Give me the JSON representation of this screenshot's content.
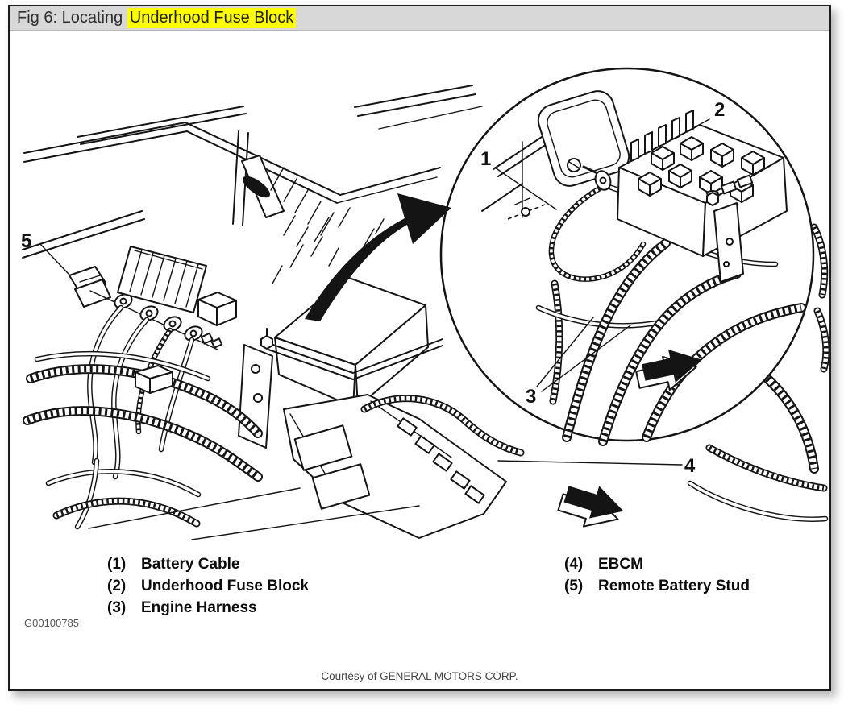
{
  "titlebar": {
    "prefix": "Fig 6: Locating ",
    "highlight": "Underhood Fuse Block"
  },
  "callouts": [
    {
      "number": "1",
      "label": "Battery Cable"
    },
    {
      "number": "2",
      "label": "Underhood Fuse Block"
    },
    {
      "number": "3",
      "label": "Engine Harness"
    },
    {
      "number": "4",
      "label": "EBCM"
    },
    {
      "number": "5",
      "label": "Remote Battery Stud"
    }
  ],
  "legend": {
    "left_column": [
      {
        "number": "(1)",
        "label": "Battery Cable"
      },
      {
        "number": "(2)",
        "label": "Underhood Fuse Block"
      },
      {
        "number": "(3)",
        "label": "Engine Harness"
      }
    ],
    "right_column": [
      {
        "number": "(4)",
        "label": "EBCM"
      },
      {
        "number": "(5)",
        "label": "Remote Battery Stud"
      }
    ]
  },
  "figure": {
    "code": "G00100785",
    "courtesy": "Courtesy of GENERAL MOTORS CORP."
  },
  "colors": {
    "highlight": "#ffff00",
    "titlebar_bg": "#d8d8d8",
    "ink": "#141414",
    "page_border": "#1c1c1c"
  }
}
